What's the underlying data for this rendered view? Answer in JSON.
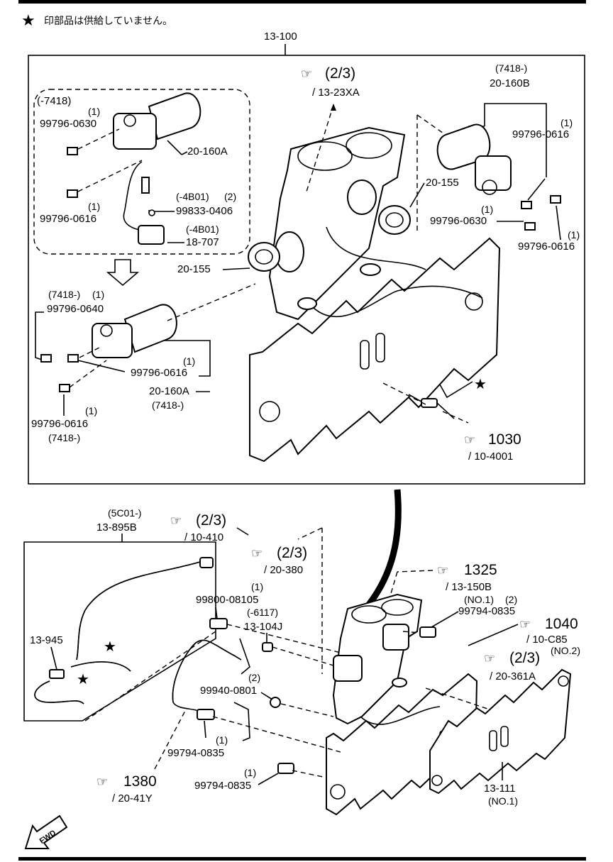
{
  "note": "印部品は供給していません。",
  "upper": {
    "assembly": "13-100",
    "ref_2_3_a": "(2/3)",
    "ref_23xa": "/ 13-23XA",
    "inset_7418": "(-7418)",
    "q1_a": "(1)",
    "p_99796_0630_a": "99796-0630",
    "p_20_160A_a": "20-160A",
    "p_4B01_a": "(-4B01)",
    "q2_a": "(2)",
    "p_99833_0406": "99833-0406",
    "q1_b": "(1)",
    "p_99796_0616_a": "99796-0616",
    "p_4B01_b": "(-4B01)",
    "p_18_707": "18-707",
    "p_20_155_a": "20-155",
    "p_20_155_b": "20-155",
    "r_7418_a": "(7418-)",
    "p_20_160B": "20-160B",
    "q1_c": "(1)",
    "p_99796_0616_b": "99796-0616",
    "q1_d": "(1)",
    "p_99796_0630_b": "99796-0630",
    "q1_e": "(1)",
    "p_99796_0616_c": "99796-0616",
    "r_7418_b": "(7418-)",
    "q1_f": "(1)",
    "p_99796_0640": "99796-0640",
    "q1_g": "(1)",
    "p_99796_0616_d": "99796-0616",
    "p_20_160A_b": "20-160A",
    "r_7418_c": "(7418-)",
    "q1_h": "(1)",
    "p_99796_0616_e": "99796-0616",
    "r_7418_d": "(7418-)",
    "ref_1030": "1030",
    "ref_10_4001": "/ 10-4001"
  },
  "lower": {
    "r_5C01": "(5C01-)",
    "p_13_895B": "13-895B",
    "ref_2_3_b": "(2/3)",
    "ref_10_410": "/ 10-410",
    "ref_2_3_c": "(2/3)",
    "ref_20_380": "/ 20-380",
    "ref_1325": "1325",
    "ref_13_150B": "/ 13-150B",
    "no1_a": "(NO.1)",
    "q1_i": "(1)",
    "p_99800_08105": "99800-08105",
    "r_6117": "(-6117)",
    "p_13_104J": "13-104J",
    "q2_b": "(2)",
    "p_99794_0835_a": "99794-0835",
    "ref_1040": "1040",
    "ref_10_C85": "/ 10-C85",
    "no2": "(NO.2)",
    "ref_2_3_d": "(2/3)",
    "ref_20_361A": "/ 20-361A",
    "p_13_945": "13-945",
    "q2_c": "(2)",
    "p_99940_0801": "99940-0801",
    "q1_j": "(1)",
    "p_99794_0835_b": "99794-0835",
    "ref_1380": "1380",
    "ref_20_41Y": "/ 20-41Y",
    "q1_k": "(1)",
    "p_99794_0835_c": "99794-0835",
    "p_13_111": "13-111",
    "no1_b": "(NO.1)",
    "fwd": "FWD"
  }
}
